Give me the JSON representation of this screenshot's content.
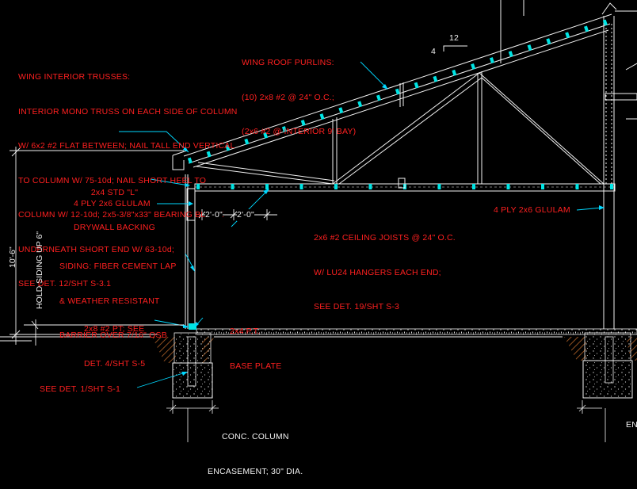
{
  "colors": {
    "background": "#000000",
    "annotation": "#ff2020",
    "linework": "#f2f2f2",
    "member": "#00e5e5",
    "leader": "#00d8ff",
    "hatch": "#b5652a"
  },
  "notes": {
    "wing_trusses": [
      "WING INTERIOR TRUSSES:",
      "INTERIOR MONO TRUSS ON EACH SIDE OF COLUMN",
      "W/ 6x2 #2 FLAT BETWEEN; NAIL TALL END VERTICAL",
      "TO COLUMN W/ 75-10d; NAIL SHORT HEEL TO",
      "COLUMN W/ 12-10d; 2x5-3/8\"x33\" BEARING BLOCK",
      "UNDERNEATH SHORT END W/ 63-10d;",
      "SEE DET. 12/SHT S-3.1"
    ],
    "purlins": [
      "WING ROOF PURLINS:",
      "(10) 2x8 #2 @ 24\" O.C.;",
      "(2x6 #2 @ INTERIOR 9' BAY)"
    ],
    "drywall_backing": [
      "2x4 STD \"L\"",
      "DRYWALL BACKING"
    ],
    "glulam_left": "4 PLY 2x6 GLULAM",
    "glulam_right": "4 PLY 2x6 GLULAM",
    "ceiling_joists": [
      "2x6 #2 CEILING JOISTS @ 24\" O.C.",
      "W/ LU24 HANGERS EACH END;",
      "SEE DET. 19/SHT S-3"
    ],
    "siding": [
      "SIDING: FIBER CEMENT LAP",
      "& WEATHER RESISTANT",
      "BARRIER OVER 7/16\" OSB"
    ],
    "pt_2x8": [
      "2x8 #2 PT; SEE",
      "DET. 4/SHT S-5"
    ],
    "base_plate": [
      "2x4 P.T.",
      "BASE PLATE"
    ],
    "see_det_1": "SEE DET. 1/SHT S-1",
    "conc_column": [
      "CONC. COLUMN",
      "ENCASEMENT; 30\" DIA."
    ],
    "edge_text": "EN"
  },
  "slope": {
    "rise": "4",
    "run": "12"
  },
  "dimensions": {
    "wall_height": "10'-6\"",
    "hold_siding": "HOLD SIDING UP 6\"",
    "spacing_a": "2'-0\"",
    "spacing_b": "2'-0\""
  }
}
